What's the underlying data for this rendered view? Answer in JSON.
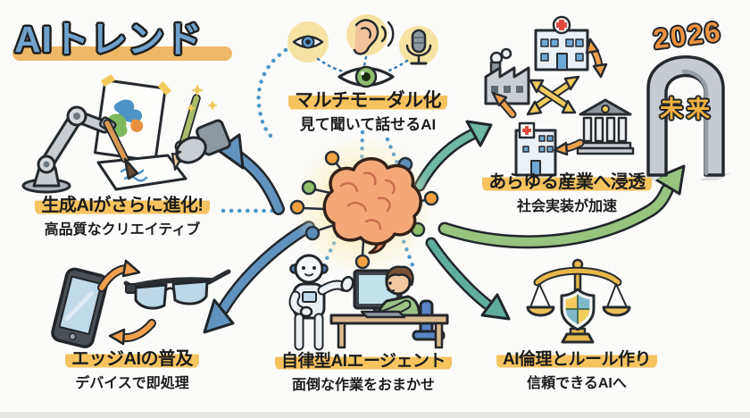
{
  "title": "AIトレンド",
  "future": {
    "year": "2026",
    "label": "未来"
  },
  "topics": {
    "multimodal": {
      "heading": "マルチモーダル化",
      "sub": "見て聞いて話せるAI"
    },
    "industry": {
      "heading": "あらゆる産業へ浸透",
      "sub": "社会実装が加速"
    },
    "generative": {
      "heading": "生成AIがさらに進化!",
      "sub": "高品質なクリエイティブ"
    },
    "edge": {
      "heading": "エッジAIの普及",
      "sub": "デバイスで即処理"
    },
    "agent": {
      "heading": "自律型AIエージェント",
      "sub": "面倒な作業をおまかせ"
    },
    "ethics": {
      "heading": "AI倫理とルール作り",
      "sub": "信頼できるAIへ"
    }
  },
  "icons": {
    "center": "brain-icon",
    "multimodal": [
      "eye-icon",
      "ear-icon",
      "microphone-icon",
      "vision-eye-icon"
    ],
    "industry": [
      "factory-icon",
      "hospital-icon",
      "bank-icon",
      "clinic-icon"
    ],
    "generative": [
      "robot-arm-icon",
      "paintbrush-icon",
      "artwork-icon",
      "robot-hand-pen-icon"
    ],
    "edge": [
      "smartphone-icon",
      "smart-glasses-icon"
    ],
    "agent": [
      "robot-icon",
      "monitor-icon",
      "person-icon"
    ],
    "ethics": [
      "scales-icon",
      "shield-icon"
    ],
    "future": [
      "arch-gate-icon"
    ]
  },
  "colors": {
    "background": "#FBFBF9",
    "title_fill": "#6FA2CC",
    "title_underline": "#EFB866",
    "highlight_marker": "#F6C35F",
    "text": "#1C1C1C",
    "arrow_blue": "#6293BE",
    "arrow_teal": "#5FAE9C",
    "arrow_green": "#97C47E",
    "arrow_orange": "#F0A04C",
    "arrow_yellow": "#F2CB5C",
    "brain_fill": "#F4A878",
    "glow": "#FAEDB5",
    "node_orange": "#F3A23F",
    "node_blue": "#5B8DB8",
    "node_green": "#8FBF6B",
    "year_fill": "#EC9241",
    "future_fill": "#F2B23F"
  }
}
